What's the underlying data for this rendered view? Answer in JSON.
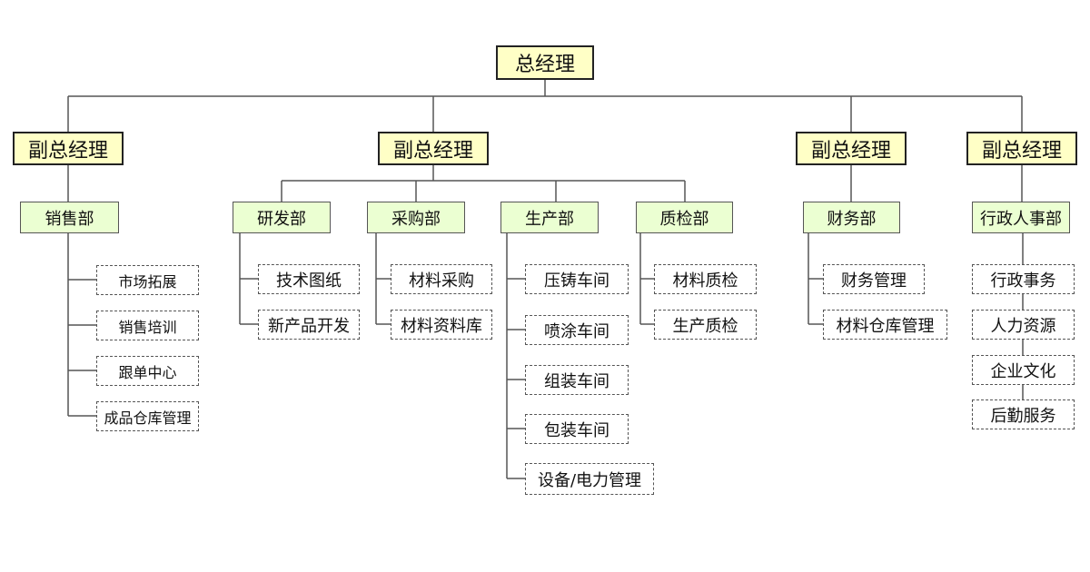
{
  "ceo": "总经理",
  "vps": [
    "副总经理",
    "副总经理",
    "副总经理",
    "副总经理"
  ],
  "departments": {
    "sales": {
      "name": "销售部",
      "items": [
        "市场拓展",
        "销售培训",
        "跟单中心",
        "成品仓库管理"
      ]
    },
    "rd": {
      "name": "研发部",
      "items": [
        "技术图纸",
        "新产品开发"
      ]
    },
    "purchasing": {
      "name": "采购部",
      "items": [
        "材料采购",
        "材料资料库"
      ]
    },
    "production": {
      "name": "生产部",
      "items": [
        "压铸车间",
        "喷涂车间",
        "组装车间",
        "包装车间",
        "设备/电力管理"
      ]
    },
    "qc": {
      "name": "质检部",
      "items": [
        "材料质检",
        "生产质检"
      ]
    },
    "finance": {
      "name": "财务部",
      "items": [
        "财务管理",
        "材料仓库管理"
      ]
    },
    "hr": {
      "name": "行政人事部",
      "items": [
        "行政事务",
        "人力资源",
        "企业文化",
        "后勤服务"
      ]
    }
  },
  "colors": {
    "executive_fill": "#ffffc6",
    "department_fill": "#ebffd2",
    "item_fill": "#ffffff",
    "connector": "#555555"
  }
}
